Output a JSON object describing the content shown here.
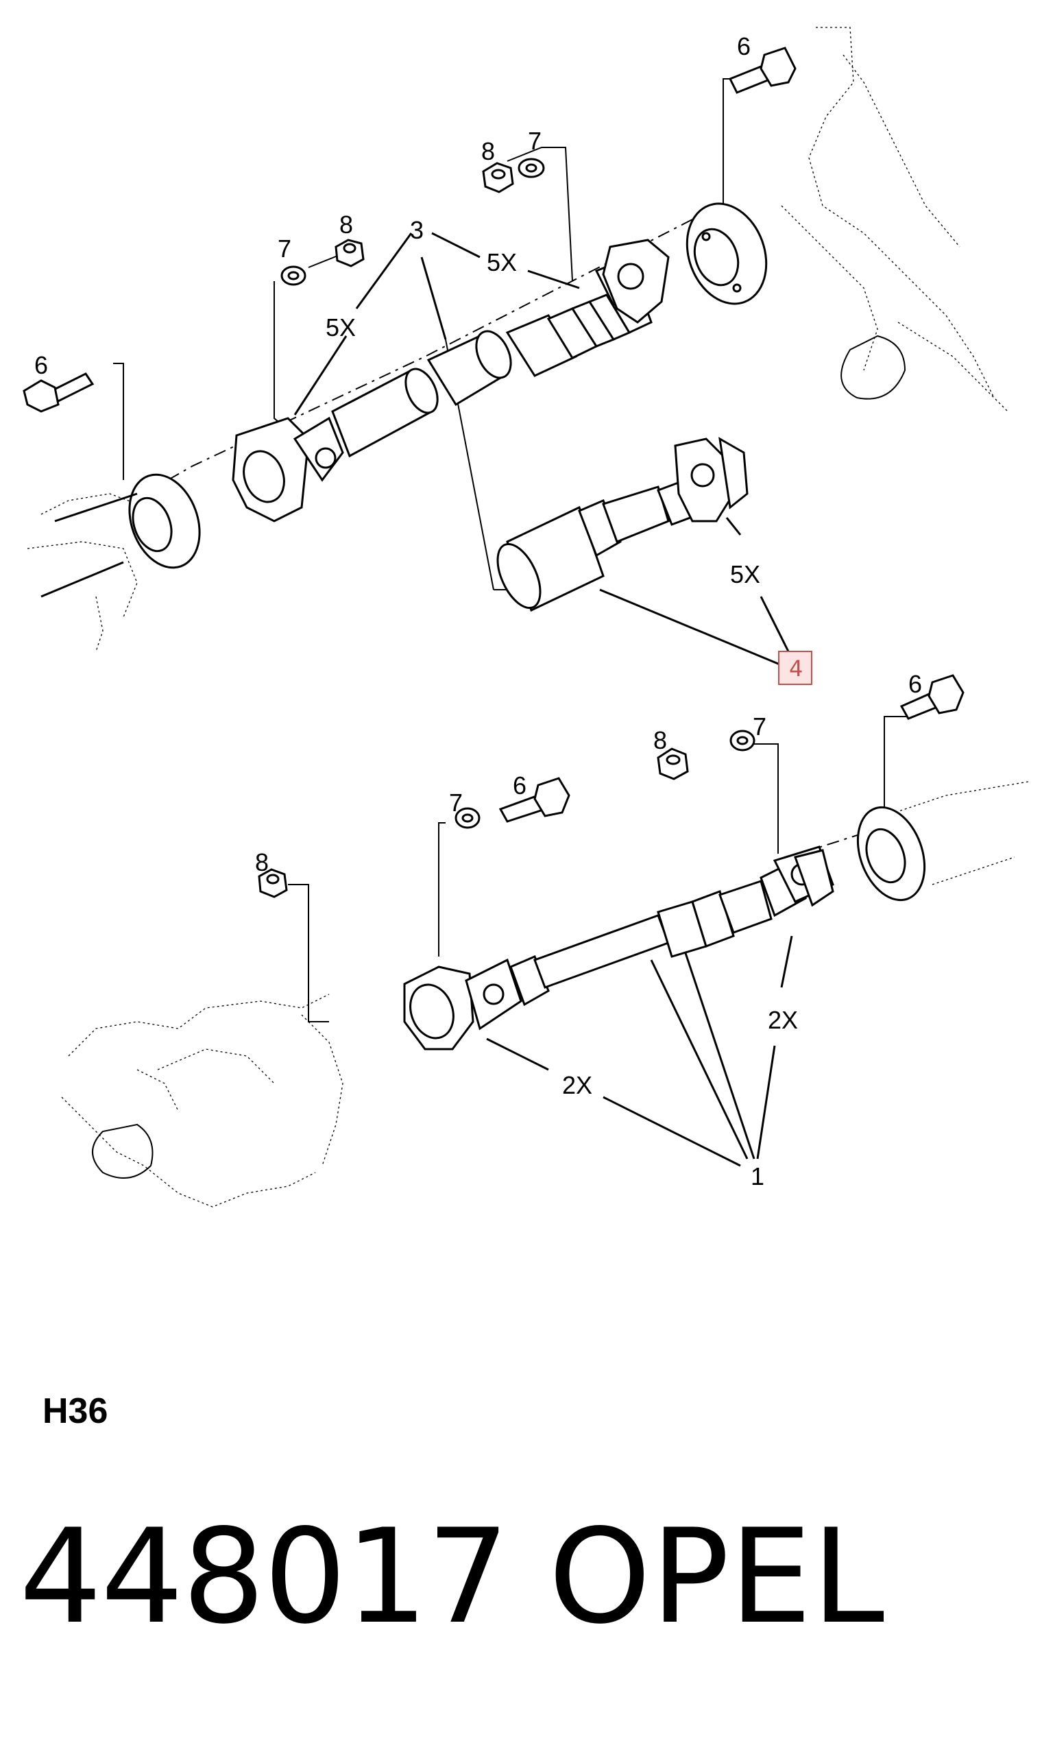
{
  "callouts": {
    "c1": "1",
    "c3": "3",
    "c4": "4",
    "c6a": "6",
    "c6b": "6",
    "c6c": "6",
    "c6d": "6",
    "c7a": "7",
    "c7b": "7",
    "c7c": "7",
    "c7d": "7",
    "c8a": "8",
    "c8b": "8",
    "c8c": "8",
    "c8d": "8",
    "q5xa": "5X",
    "q5xb": "5X",
    "q5xc": "5X",
    "q2xa": "2X",
    "q2xb": "2X"
  },
  "highlight_color": "#c0504d",
  "group_code": "H36",
  "part_number": "448017",
  "brand": "OPEL"
}
